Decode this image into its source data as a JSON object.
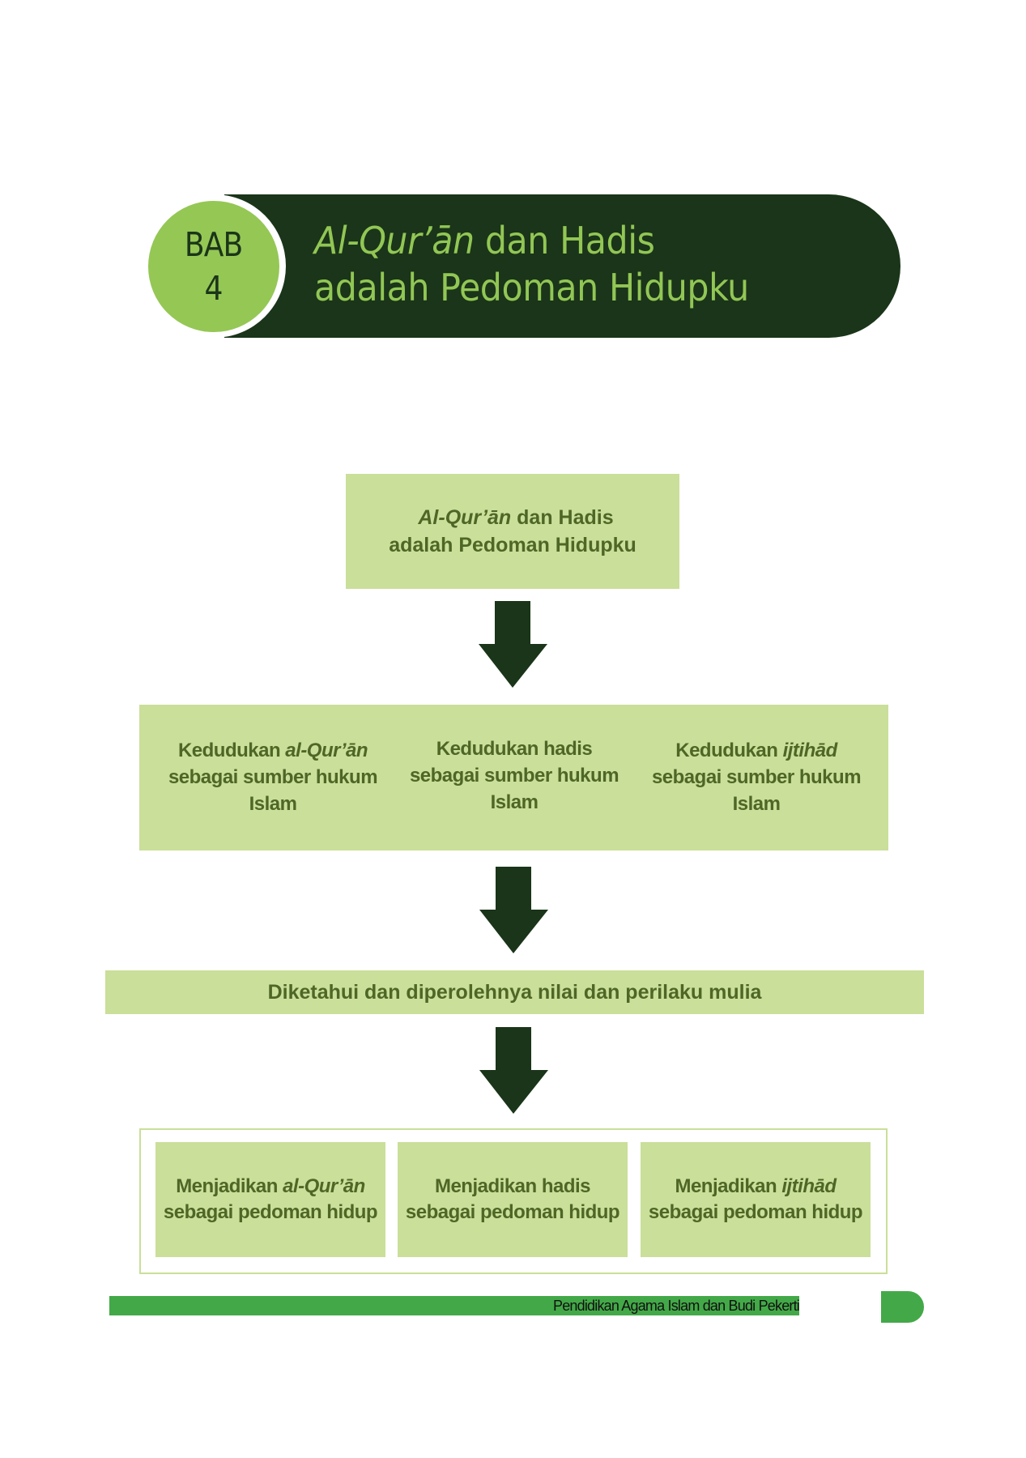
{
  "colors": {
    "dark_green": "#1a3519",
    "title_green": "#92c655",
    "circle_green": "#95c755",
    "box_fill": "#cadf99",
    "box_text": "#4e6626",
    "footer_green": "#43a948"
  },
  "chapter": {
    "label": "BAB",
    "number": "4",
    "title_italic": "Al-Qur’ān",
    "title_line1_rest": " dan Hadis",
    "title_line2": "adalah Pedoman Hidupku"
  },
  "diagram": {
    "top_box": {
      "italic": "Al-Qur’ān",
      "line1_rest": " dan Hadis",
      "line2": "adalah Pedoman Hidupku"
    },
    "positions": [
      {
        "prefix": "Kedudukan ",
        "italic": "al-Qur’ān",
        "line2": "sebagai sumber hukum",
        "line3": "Islam"
      },
      {
        "prefix": "Kedudukan hadis",
        "italic": "",
        "line2": "sebagai sumber hukum",
        "line3": "Islam"
      },
      {
        "prefix": "Kedudukan ",
        "italic": "ijtihād",
        "line2": "sebagai sumber hukum",
        "line3": "Islam"
      }
    ],
    "result": "Diketahui dan diperolehnya nilai dan perilaku mulia",
    "outcomes": [
      {
        "prefix": "Menjadikan ",
        "italic": "al-Qur’ān",
        "line2": "sebagai pedoman hidup"
      },
      {
        "prefix": "Menjadikan hadis",
        "italic": "",
        "line2": "sebagai pedoman hidup"
      },
      {
        "prefix": "Menjadikan ",
        "italic": "ijtihād",
        "line2": "sebagai pedoman hidup"
      }
    ],
    "arrows": [
      {
        "from": "top_box",
        "to": "positions"
      },
      {
        "from": "positions",
        "to": "result"
      },
      {
        "from": "result",
        "to": "outcomes"
      }
    ]
  },
  "footer": {
    "book_title": "Pendidikan Agama Islam dan Budi Pekerti"
  }
}
